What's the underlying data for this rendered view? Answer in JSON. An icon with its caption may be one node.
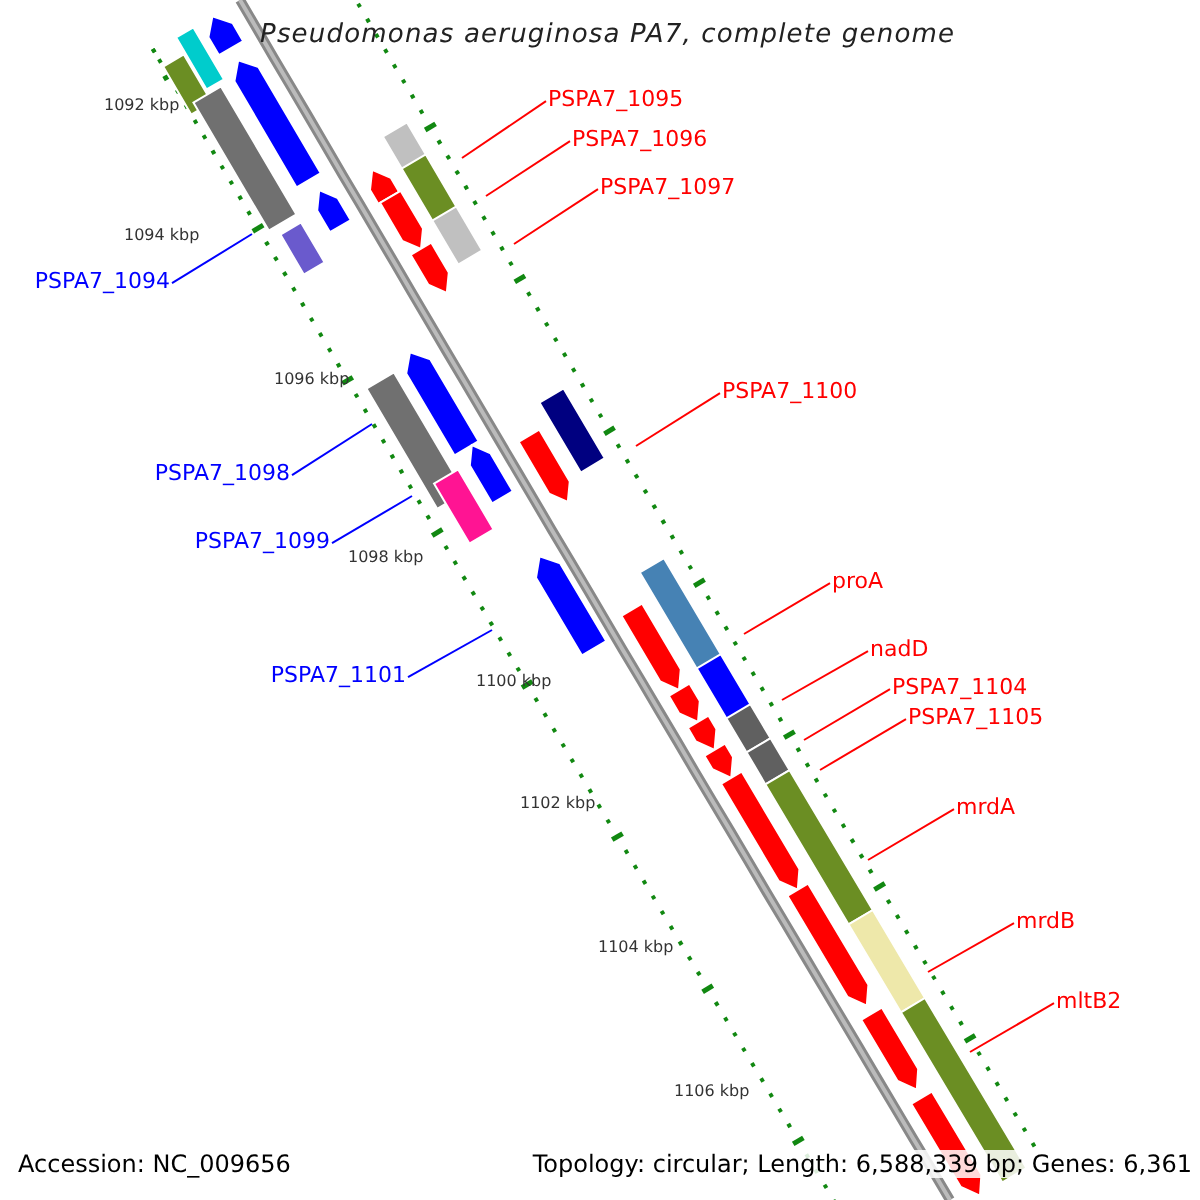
{
  "diagram": {
    "title": "Pseudomonas aeruginosa PA7, complete genome",
    "nodes": [
      {
        "text": [
          "PSPA7_1095"
        ]
      },
      {
        "text": [
          "PSPA7_1096"
        ]
      },
      {
        "text": [
          "PSPA7_1097"
        ]
      },
      {
        "text": [
          "PSPA7_1094"
        ]
      },
      {
        "text": [
          "PSPA7_1098"
        ]
      },
      {
        "text": [
          "PSPA7_1100"
        ]
      },
      {
        "text": [
          "PSPA7_1099"
        ]
      },
      {
        "text": [
          "proA"
        ]
      },
      {
        "text": [
          "PSPA7_1101"
        ]
      },
      {
        "text": [
          "nadD"
        ]
      },
      {
        "text": [
          "PSPA7_1104"
        ]
      },
      {
        "text": [
          "PSPA7_1105"
        ]
      },
      {
        "text": [
          "mrdA"
        ]
      },
      {
        "text": [
          "mrdB"
        ]
      },
      {
        "text": [
          "mltB2"
        ]
      }
    ],
    "edges": [
      {
        "from": 0,
        "to": null,
        "arrow": "none"
      },
      {
        "from": 1,
        "to": null,
        "arrow": "none"
      },
      {
        "from": 2,
        "to": null,
        "arrow": "none"
      },
      {
        "from": 3,
        "to": null,
        "arrow": "none",
        "color": "#0000ff"
      },
      {
        "from": 4,
        "to": null,
        "arrow": "none",
        "color": "#0000ff"
      },
      {
        "from": 5,
        "to": null,
        "arrow": "none"
      },
      {
        "from": 6,
        "to": null,
        "arrow": "none",
        "color": "#0000ff"
      },
      {
        "from": 7,
        "to": null,
        "arrow": "none"
      },
      {
        "from": 8,
        "to": null,
        "arrow": "none",
        "color": "#0000ff"
      },
      {
        "from": 9,
        "to": null,
        "arrow": "none"
      },
      {
        "from": 10,
        "to": null,
        "arrow": "none"
      },
      {
        "from": 11,
        "to": null,
        "arrow": "none"
      },
      {
        "from": 12,
        "to": null,
        "arrow": "none"
      },
      {
        "from": 13,
        "to": null,
        "arrow": "none"
      },
      {
        "from": 14,
        "to": null,
        "arrow": "none"
      }
    ],
    "labels": [
      "1092 kbp",
      "1094 kbp",
      "1096 kbp",
      "1098 kbp",
      "1100 kbp",
      "1102 kbp",
      "1104 kbp",
      "1106 kbp",
      "Accession: NC_009656",
      "Topology: circular; Length: 6,588,339 bp; Genes: 6,361"
    ]
  }
}
